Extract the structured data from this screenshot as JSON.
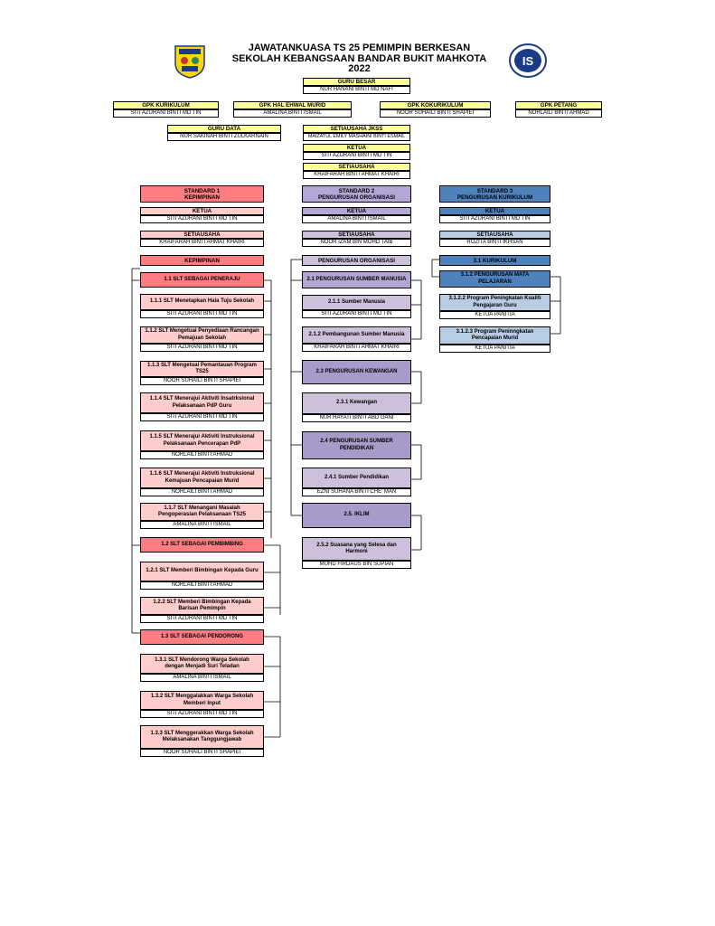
{
  "title": {
    "line1": "JAWATANKUASA TS 25 PEMIMPIN BERKESAN",
    "line2": "SEKOLAH KEBANGSAAN BANDAR BUKIT MAHKOTA",
    "line3": "2022"
  },
  "top": {
    "guru_besar": {
      "role": "GURU BESAR",
      "name": "NUR HANANI BINTI MD NAFI"
    },
    "gpk_kurikulum": {
      "role": "GPK KURIKULUM",
      "name": "SITI AZURANI BINTI MD TIN"
    },
    "gpk_hem": {
      "role": "GPK HAL EHWAL MURID",
      "name": "AMALINA BINTI ISMAIL"
    },
    "gpk_koku": {
      "role": "GPK KOKURIKULUM",
      "name": "NOOR SUHAILI BINTI SHAPIEI"
    },
    "gpk_petang": {
      "role": "GPK PETANG",
      "name": "NORLAILI BINTI AHMAD"
    },
    "guru_data": {
      "role": "GURU DATA",
      "name": "NUR SAKINAH BINTI ZULKARNAIN"
    },
    "setiausaha_jkss": {
      "role": "SETIAUSAHA JKSS",
      "name": "MAIZATUL EMILY MASHAINI BINTI ESMAIL"
    },
    "ketua": {
      "role": "KETUA",
      "name": "SITI AZURANI BINTI MD TIN"
    },
    "setiausaha": {
      "role": "SETIAUSAHA",
      "name": "KHAIFARAH BINTI AHMAT KHAIRI"
    }
  },
  "std1": {
    "title": "STANDARD 1\nKEPIMPINAN",
    "ketua_label": "KETUA",
    "ketua": "SITI AZURANI BINTI MD TIN",
    "setia_label": "SETIAUSAHA",
    "setia": "KHAIFARAH BINTI AHMAT KHAIRI",
    "area": "KEPIMPINAN",
    "s11": "1.1  SLT SEBAGAI PENERAJU",
    "s111": "1.1.1 SLT Menetapkan Hala Tuju Sekolah",
    "s111_n": "SITI AZURANI BINTI MD TIN",
    "s112": "1.1.2 SLT Mengetuai Penyediaan Rancangan Pemajuan Sekolah",
    "s112_n": "SITI AZURANI BINTI MD TIN",
    "s113": "1.1.3 SLT Mengetuai Pemantauan Program TS25",
    "s113_n": "NOOR SUHAILI BINTI SHAPIEI",
    "s114": "1.1.4 SLT Menerajui Aktiviti Insatrksional Pelaksanaan PdP Guru",
    "s114_n": "SITI AZURANI BINTI MD TIN",
    "s115": "1.1.5 SLT Menerajui Aktiviti Instruksional Pelaksanaan Pencerapan PdP",
    "s115_n": "NORLAILI BINTI AHMAD",
    "s116": "1.1.6 SLT Menerajui Aktiviti Instruksional Kemajuan Pencapaian Murid",
    "s116_n": "NORLAILI BINTI AHMAD",
    "s117": "1.1.7 SLT Menangani Masalah Pengoperasian Pelaksanaan TS25",
    "s117_n": "AMALINA BINTI ISMAIL",
    "s12": "1.2 SLT SEBAGAI PEMBIMBING",
    "s121": "1.2.1 SLT Memberi Bimbingan Kepada Guru",
    "s121_n": "NORLAILI BINTI AHMAD",
    "s122": "1.2.2 SLT Memberi Bimbingan Kepada Barisan Pemimpin",
    "s122_n": "SITI AZURANI BINTI MD TIN",
    "s13": "1.3 SLT SEBAGAI PENDORONG",
    "s131": "1.3.1 SLT Mendorong Warga Sekolah dengan Menjadi Suri Teladan",
    "s131_n": "AMALINA BINTI ISMAIL",
    "s132": "1.3.2 SLT Menggalakkan Warga Sekolah Memberi Input",
    "s132_n": "SITI AZURANI BINTI MD TIN",
    "s133": "1.3.3 SLT Menggerakkan Warga Sekolah Melaksanakan Tanggungjawab",
    "s133_n": "NOOR SUHAILI BINTI SHAPIEI"
  },
  "std2": {
    "title": "STANDARD 2\nPENGURUSAN ORGANISASI",
    "ketua_label": "KETUA",
    "ketua": "AMALINA BINTI ISMAIL",
    "setia_label": "SETIAUSAHA",
    "setia": "NOOR IZAM BIN MOHD TAIB",
    "area": "PENGURUSAN ORGANISASI",
    "s21": "2.1 PENGURUSAN SUMBER MANUSIA",
    "s211": "2.1.1 Sumber Manusia",
    "s211_n": "SITI AZURANI BINTI MD TIN",
    "s212": "2.1.2 Pembangunan Sumber Manusia",
    "s212_n": "KHAIFARAH BINTI AHMAT KHAIRI",
    "s23": "2.3 PENGURUSAN KEWANGAN",
    "s231": "2.3.1 Kewangan",
    "s231_n": "NUR HAYATI BINTI ABD GANI",
    "s24": "2.4 PENGURUSAN SUMBER PENDIDIKAN",
    "s241": "2.4.1 Sumber Pendidikan",
    "s241_n": "EZNI SUHANA BINTI CHE' MAN",
    "s25": "2.5. IKLIM",
    "s252": "2.5.2 Suasana yang Selesa dan Harmoni",
    "s252_n": "MUHD FIRDAUS BIN SUPIAN"
  },
  "std3": {
    "title": "STANDARD 3\nPENGURUSAN KURIKULUM",
    "ketua_label": "KETUA",
    "ketua": "SITI AZURANI BINTI MD TIN",
    "setia_label": "SETIAUSAHA",
    "setia": "ROZITA BINTI IKHSAN",
    "area": "3.1 KURIKULUM",
    "s312": "3.1.2 PENGURUSAN MATA PELAJARAN",
    "s3122": "3.1.2.2 Program Peningkatan Kualiti Pengajaran Guru",
    "s3122_n": "KETUA PANITIA",
    "s3123": "3.1.2.3 Program Peninngkatan Pencapaian Murid",
    "s3123_n": "KETUA PANITIA"
  }
}
